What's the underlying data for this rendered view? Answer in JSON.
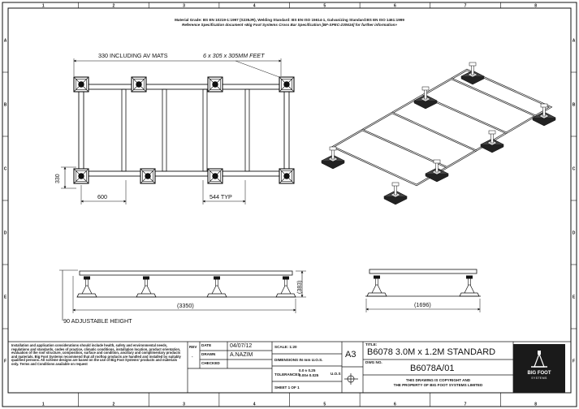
{
  "header": {
    "line1": "Material Grade: BS EN 10219-1:1997 (S235JR), Welding Standard: BS EN ISO 15614-1, Galvanizing Standard:BS EN ISO 1461:1999",
    "line2": "Reference Specification document  «Big Foot Systems Cross Bar Specification [BF-SPEC-230616] for further information»"
  },
  "grid": {
    "columns": [
      "1",
      "2",
      "3",
      "4",
      "5",
      "6",
      "7",
      "8"
    ],
    "rows": [
      "A",
      "B",
      "C",
      "D",
      "E",
      "F"
    ]
  },
  "plan_view": {
    "dim_overall": "330  INCLUDING AV MATS",
    "dim_feet": "6 x 305 x 305MM FEET",
    "dim_height": "330",
    "dim_spacing": "600",
    "dim_typ": "544  TYP"
  },
  "side_view": {
    "dim_height": "(383)",
    "dim_length": "(3350)",
    "dim_adjustable": "90  ADJUSTABLE HEIGHT"
  },
  "end_view": {
    "dim_width": "(1696)"
  },
  "notes": "Installation and application considerations should include health, safety and environmental needs, regulations and standards, codes of practice, climatic conditions, installation location, product orientation, evaluation of the roof structure, composition, surface and condition, ancillary and complimentary products and materials.  Big Foot Systems recommend that all rooftop products are handled and installed by suitably qualified persons. All scheme designs are based on the use of Big Foot Systems' products and materials only.  Terms and Conditions available on request",
  "title_block": {
    "rev_label": "REV",
    "rev_value": "-",
    "date_label": "DATE",
    "date_value": "04/07/12",
    "drawn_label": "DRAWN",
    "drawn_value": "A.NAZIM",
    "checked_label": "CHECKED",
    "checked_value": "",
    "scale": "SCALE: 1:20",
    "dimensions": "DIMENSIONS IN mm U.O.S.",
    "tolerances_label": "TOLERANCES",
    "tol_top": "0.0  ± 0.25",
    "tol_bottom": "0.00± 0.025",
    "uos": "U.O.S",
    "sheet": "SHEET 1 OF 1",
    "size": "A3",
    "title_label": "TITLE:",
    "title": "B6078 3.0M x 1.2M STANDARD",
    "dwg_label": "DWG NO.",
    "dwg_no": "B6078A/01",
    "copyright_1": "THIS DRAWING IS COPYRIGHT AND",
    "copyright_2": "THE PROPERTY OF BIG FOOT SYSTEMS LIMITED"
  },
  "logo": {
    "name": "BIG FOOT",
    "sub": "SYSTEMS"
  }
}
